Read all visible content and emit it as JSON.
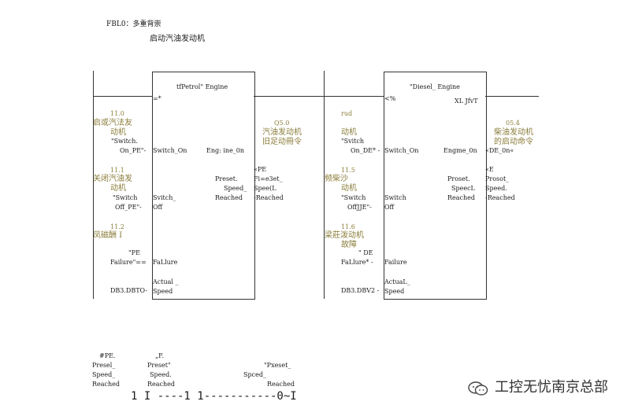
{
  "header": {
    "title": "FBL0：多重背崇",
    "subtitle": "启动汽油发动机"
  },
  "petrol": {
    "block_title": "tfPetrol\" Engine",
    "corner": "=*",
    "net1": {
      "addr": "11.0",
      "desc": [
        "启或汽法友",
        "动机"
      ],
      "signal": [
        "\"Switch.",
        "On_PE\"-"
      ],
      "pin_in": "Switch_On",
      "pin_out": "Eng: ine_0n",
      "out_addr": "Q5.0",
      "out_desc": [
        "汽油发动机",
        "旧足动冊令"
      ]
    },
    "net2": {
      "addr": "11.1",
      "desc": [
        "关闭汽油发",
        "动机"
      ],
      "signal": [
        "\"Switch",
        "Off_PE\"-"
      ],
      "pin_in": [
        "Svitch_",
        "Off"
      ],
      "pin_out": [
        "Preset.",
        "Speed_",
        "Reached"
      ],
      "out_signal": [
        "«PE",
        "Fi=e3et_",
        "Spee(L",
        "-Reached"
      ]
    },
    "net3": {
      "addr": "11.2",
      "desc": "凤磁酬 I",
      "signal": [
        "\"PE",
        "Failure\"=="
      ],
      "pin_in": "FaLlure"
    },
    "net4": {
      "signal": "DB3.DBTO-",
      "pin_in": [
        "Actual _",
        "Speed"
      ]
    }
  },
  "diesel": {
    "block_title": "\"Diesel_ Engine",
    "corner": "<%",
    "corner2": "XL JfvT",
    "net1": {
      "addr": "rud",
      "desc": "动机",
      "signal": [
        "\"Svitch",
        "On_DE* -"
      ],
      "pin_in": "Switch_On",
      "pin_out": "Engme_0n",
      "out_addr": "05.4",
      "out_desc": [
        "柴油发动机",
        "的启动命令"
      ],
      "out_signal": "«DE_0n«"
    },
    "net2": {
      "addr": "11.5",
      "desc": [
        "频柴沙",
        "动机"
      ],
      "signal": [
        "\"Switch",
        "OffJJE\"-"
      ],
      "pin_in": [
        "Switch",
        "Off"
      ],
      "pin_out": [
        "Proset.",
        "SpeecL",
        "Reached"
      ],
      "out_signal": [
        "«E",
        "Prosot_",
        "Speed.",
        "-Reached"
      ]
    },
    "net3": {
      "addr": "11.6",
      "desc": [
        "梁莊泼动机",
        "故障"
      ],
      "signal": [
        "\" DE",
        "FaLlure* -"
      ],
      "pin_in": "Failure"
    },
    "net4": {
      "signal": "DB3.DBV2 -",
      "pin_in": [
        "ActuaL_",
        "Speed"
      ]
    }
  },
  "bottom": {
    "c1": [
      "#PE.",
      "Presel_",
      "Speed_",
      "Reached"
    ],
    "c2": [
      "„F.",
      "Preset\"",
      "Speed.",
      "Reached"
    ],
    "c3": "Spced_",
    "c4": [
      "\"Pxeset_",
      "Reached"
    ],
    "rung": "1 I ----1 1-----------0~I"
  },
  "watermark": "工控无忧南京总部"
}
